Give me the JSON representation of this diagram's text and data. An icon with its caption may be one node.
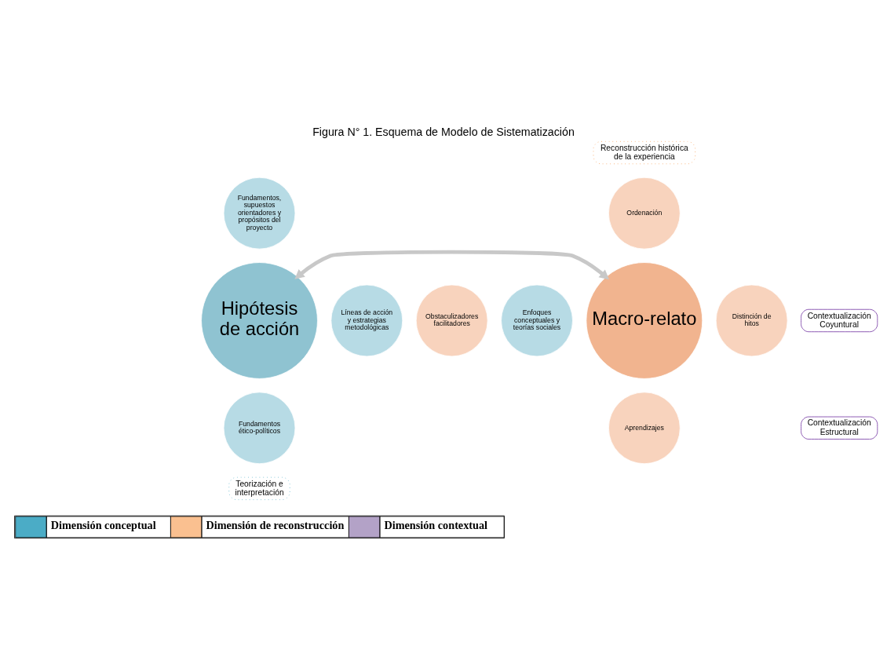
{
  "diagram": {
    "title": "Figura N° 1. Esquema de Modelo de Sistematización",
    "nodes": [
      {
        "text": [
          "Hipótesis de acción"
        ]
      },
      {
        "text": [
          "Fundamentos, supuestos orientadores y propósitos del proyecto"
        ]
      },
      {
        "text": [
          "Enfoques conceptuales y teorías sociales"
        ]
      },
      {
        "text": [
          "Líneas de acción y estrategias metodológicas"
        ]
      },
      {
        "text": [
          "Fundamentos ético-políticos"
        ]
      },
      {
        "text": [
          "Macro-relato"
        ]
      },
      {
        "text": [
          "Ordenación"
        ]
      },
      {
        "text": [
          "Obstaculizadores facilitadores"
        ]
      },
      {
        "text": [
          "Distinción de hitos"
        ]
      },
      {
        "text": [
          "Aprendizajes"
        ]
      },
      {
        "text": [
          "Reconstrucción histórica de la experiencia"
        ]
      },
      {
        "text": [
          "Contextualización Coyuntural"
        ]
      },
      {
        "text": [
          "Contextualización Estructural"
        ]
      },
      {
        "text": [
          "Teorización e interpretación"
        ]
      }
    ],
    "edges": [
      {
        "from": 0,
        "to": 5,
        "arrow": "both"
      }
    ],
    "legend": [
      {
        "text": "Dimensión conceptual",
        "color": "#4bacc6"
      },
      {
        "text": "Dimensión de reconstrucción",
        "color": "#fac090"
      },
      {
        "text": "Dimensión contextual",
        "color": "#b3a2c7"
      }
    ]
  }
}
